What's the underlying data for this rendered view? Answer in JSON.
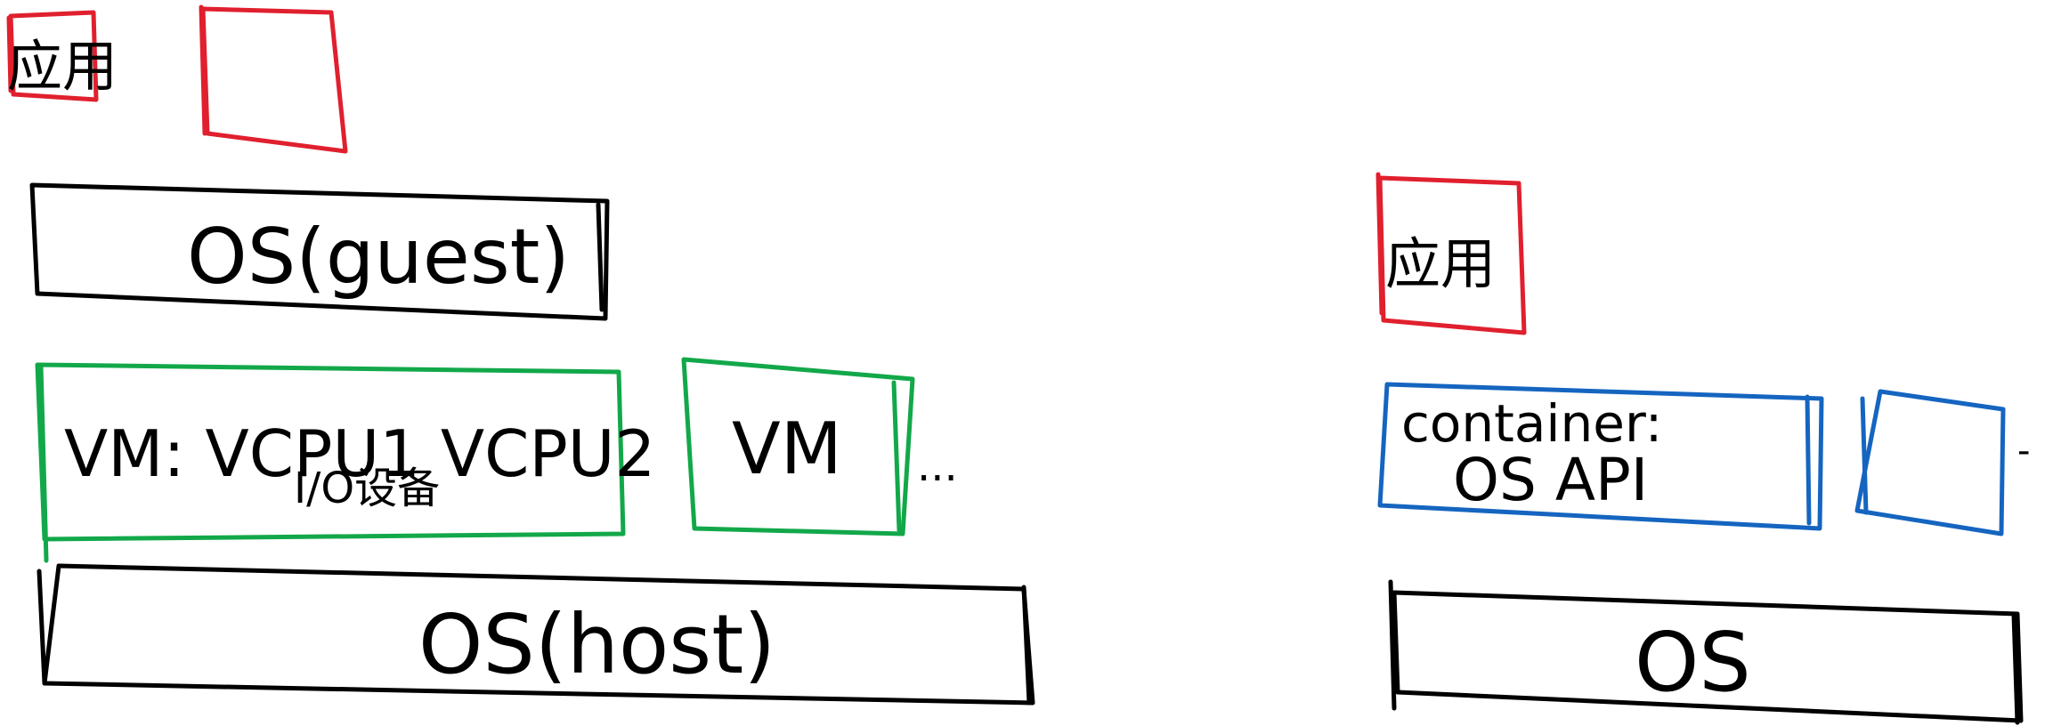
{
  "colors": {
    "ink": "#000000",
    "app": "#e0202e",
    "vm": "#12a84a",
    "container": "#1565c0",
    "background": "#ffffff"
  },
  "left_stack": {
    "app_label": "应用",
    "guest_os_label": "OS(guest)",
    "vm_main_label": "VM: VCPU1 VCPU2",
    "vm_main_sublabel": "I/O设备",
    "vm_second_label": "VM",
    "vm_more": "...",
    "host_os_label": "OS(host)"
  },
  "right_stack": {
    "app_label": "应用",
    "container_label": "container:",
    "container_sublabel": "OS API",
    "container_more": "-",
    "os_label": "OS"
  }
}
